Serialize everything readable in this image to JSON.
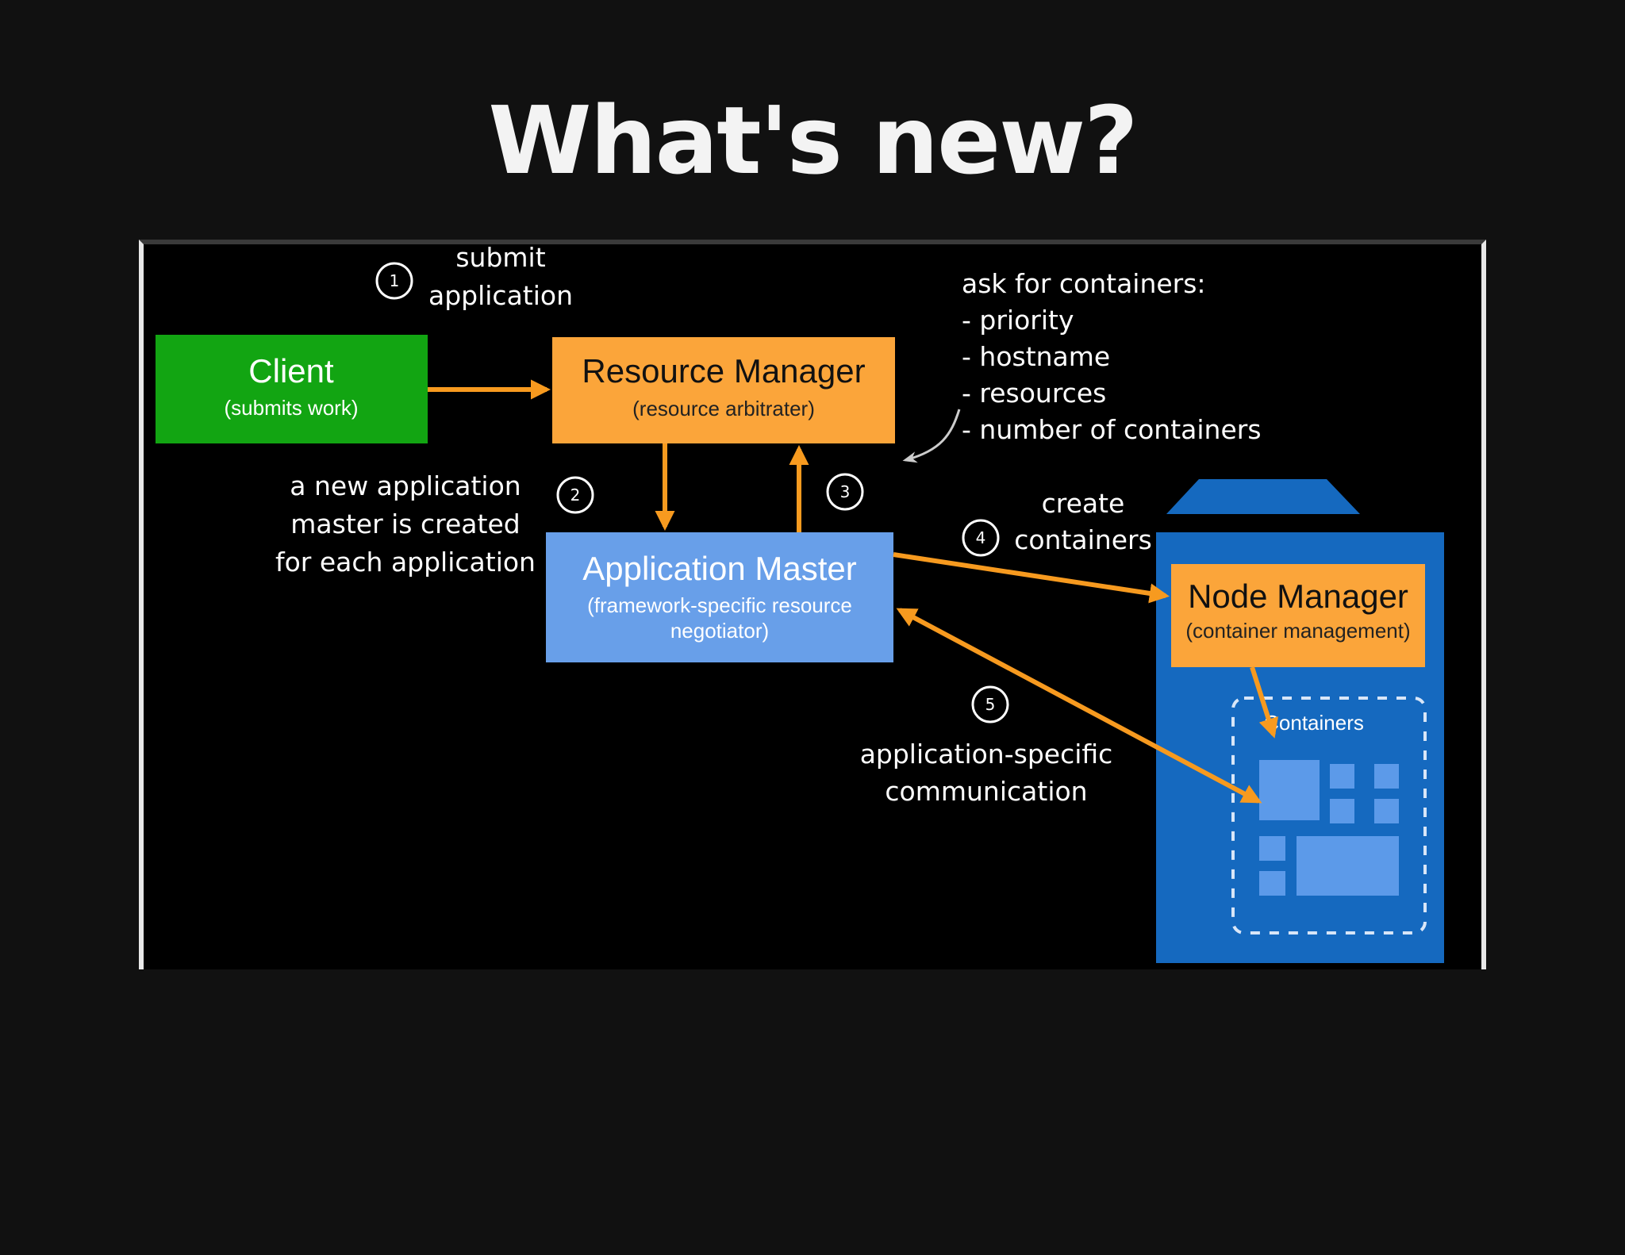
{
  "title": "What's new?",
  "boxes": {
    "client": {
      "title": "Client",
      "subtitle": "(submits work)"
    },
    "resource_manager": {
      "title": "Resource Manager",
      "subtitle": "(resource arbitrater)"
    },
    "application_master": {
      "title": "Application Master",
      "subtitle_line1": "(framework-specific resource",
      "subtitle_line2": "negotiator)"
    },
    "node_manager": {
      "title": "Node Manager",
      "subtitle": "(container management)"
    },
    "containers": {
      "label": "Containers"
    }
  },
  "steps": [
    {
      "number": "1",
      "lines": [
        "submit",
        "application"
      ]
    },
    {
      "number": "2",
      "lines": [
        "a new application",
        "master is created",
        "for each application"
      ]
    },
    {
      "number": "3",
      "lines": [
        "ask for containers:",
        "- priority",
        "- hostname",
        "- resources",
        "- number of containers"
      ]
    },
    {
      "number": "4",
      "lines": [
        "create",
        "containers"
      ]
    },
    {
      "number": "5",
      "lines": [
        "application-specific",
        "communication"
      ]
    }
  ],
  "colors": {
    "client": "#12a512",
    "orange": "#fba53a",
    "arrow": "#f79a1f",
    "app_master": "#689fe9",
    "node_panel": "#1569bf",
    "container_block": "#5c9ae9"
  }
}
